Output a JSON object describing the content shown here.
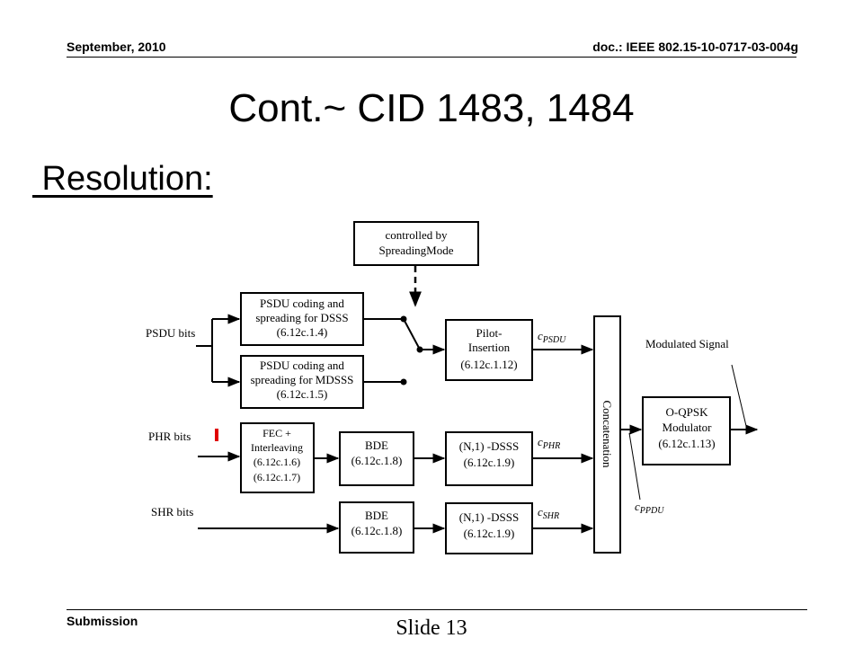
{
  "header": {
    "date": "September, 2010",
    "doc": "doc.: IEEE 802.15-10-0717-03-004g"
  },
  "title": "Cont.~ CID 1483, 1484",
  "subtitle": " Resolution:",
  "footer": {
    "submission": "Submission",
    "slide": "Slide 13"
  },
  "diagram": {
    "controlled": [
      "controlled by",
      "SpreadingMode"
    ],
    "psdu_dsss": [
      "PSDU coding and",
      "spreading for DSSS",
      "(6.12c.1.4)"
    ],
    "psdu_mdsss": [
      "PSDU coding and",
      "spreading for MDSSS",
      "(6.12c.1.5)"
    ],
    "pilot": [
      "Pilot-",
      "Insertion",
      "(6.12c.1.12)"
    ],
    "fec": [
      "FEC +",
      "Interleaving",
      "(6.12c.1.6)",
      "(6.12c.1.7)"
    ],
    "bde1": [
      "BDE",
      "(6.12c.1.8)"
    ],
    "dsss1": [
      "(N,1) -DSSS",
      "(6.12c.1.9)"
    ],
    "bde2": [
      "BDE",
      "(6.12c.1.8)"
    ],
    "dsss2": [
      "(N,1) -DSSS",
      "(6.12c.1.9)"
    ],
    "concat": "Concatenation",
    "oqpsk": [
      "O-QPSK",
      "Modulator",
      "(6.12c.1.13)"
    ],
    "inputs": {
      "psdu": "PSDU bits",
      "phr": "PHR bits",
      "shr": "SHR bits"
    },
    "signals": {
      "c": "c",
      "psdu_sub": "PSDU",
      "phr_sub": "PHR",
      "shr_sub": "SHR",
      "ppdu_sub": "PPDU",
      "modulated": "Modulated Signal"
    },
    "colors": {
      "marker": "#e00000",
      "line": "#000000"
    }
  }
}
